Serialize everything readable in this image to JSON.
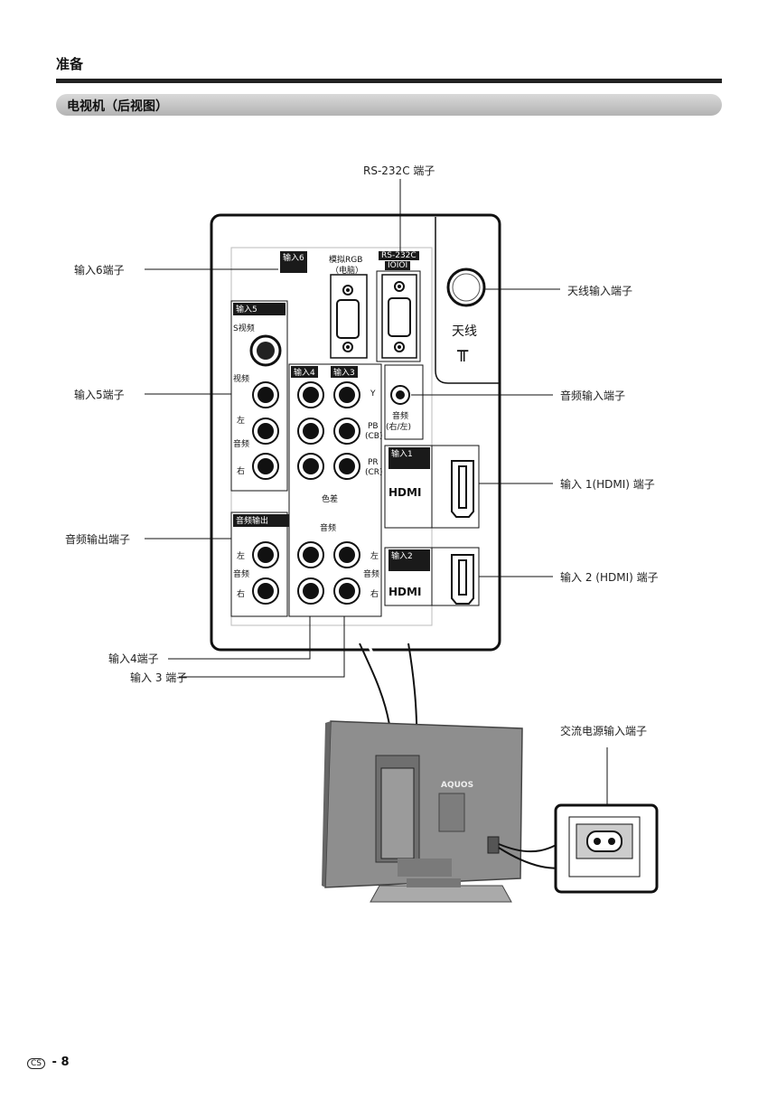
{
  "header": {
    "section": "准备",
    "title": "电视机（后视图）"
  },
  "callouts": {
    "rs232c": "RS-232C 端子",
    "input6": "输入6端子",
    "input5": "输入5端子",
    "audio_out": "音频输出端子",
    "input4": "输入4端子",
    "input3": "输入 3 端子",
    "antenna": "天线输入端子",
    "audio_in": "音频输入端子",
    "hdmi1": "输入 1(HDMI) 端子",
    "hdmi2": "输入 2 (HDMI) 端子",
    "ac_power": "交流电源输入端子"
  },
  "panel": {
    "input6_tag": "输入6",
    "analog_rgb": "模拟RGB",
    "pc": "（电脑）",
    "rs232c_tag": "RS-232C",
    "rs232c_symbol": "IOIOI",
    "input5_tag": "输入5",
    "s_video": "S视频",
    "video": "视频",
    "left": "左",
    "audio": "音频",
    "right": "右",
    "input4_tag": "输入4",
    "input3_tag": "输入3",
    "y": "Y",
    "pb": "PB",
    "cb": "(CB)",
    "pr": "PR",
    "cr": "(CR)",
    "component": "色差",
    "audio_out_tag": "音频输出",
    "audio_lr": "音频",
    "audio_lr_sub": "(右/左)",
    "input1_tag": "输入1",
    "input2_tag": "输入2",
    "hdmi": "HDMI",
    "antenna": "天线",
    "antenna_symbol": "╥",
    "audio_label2": "音频",
    "brand": "AQUOS"
  },
  "footer": {
    "lang": "CS",
    "page": "8"
  }
}
